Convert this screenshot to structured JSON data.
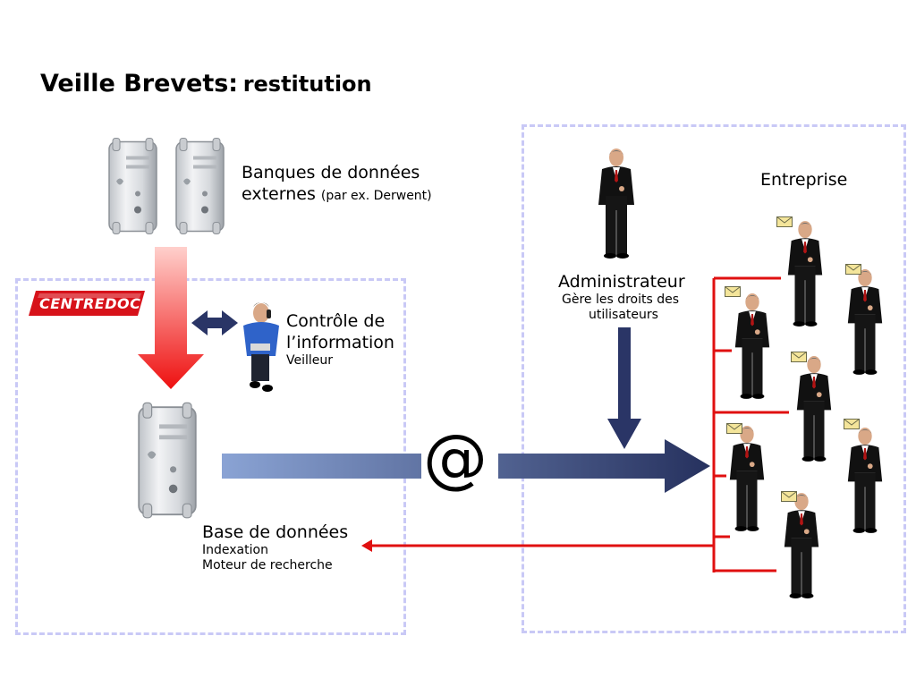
{
  "title": {
    "main": "Veille Brevets:",
    "sub": "restitution"
  },
  "logo": {
    "text": "CENTREDOC"
  },
  "external_db": {
    "line1": "Banques de données",
    "line2": "externes",
    "note": "(par ex. Derwent)"
  },
  "control": {
    "line1": "Contrôle de",
    "line2": "l’information",
    "sub": "Veilleur"
  },
  "database": {
    "label": "Base de données",
    "sub1": "Indexation",
    "sub2": "Moteur de recherche"
  },
  "admin": {
    "label": "Administrateur",
    "sub1": "Gère les droits des",
    "sub2": "utilisateurs"
  },
  "enterprise": {
    "label": "Entreprise"
  },
  "channel": {
    "symbol": "@"
  },
  "colors": {
    "red": "#e01010",
    "navy": "#2a3566",
    "zone_border": "#c9c9f6",
    "logo_red": "#d7121a"
  },
  "icons": [
    "server-tower-icon",
    "person-phone-icon",
    "businessman-icon",
    "envelope-icon",
    "double-arrow-icon"
  ]
}
